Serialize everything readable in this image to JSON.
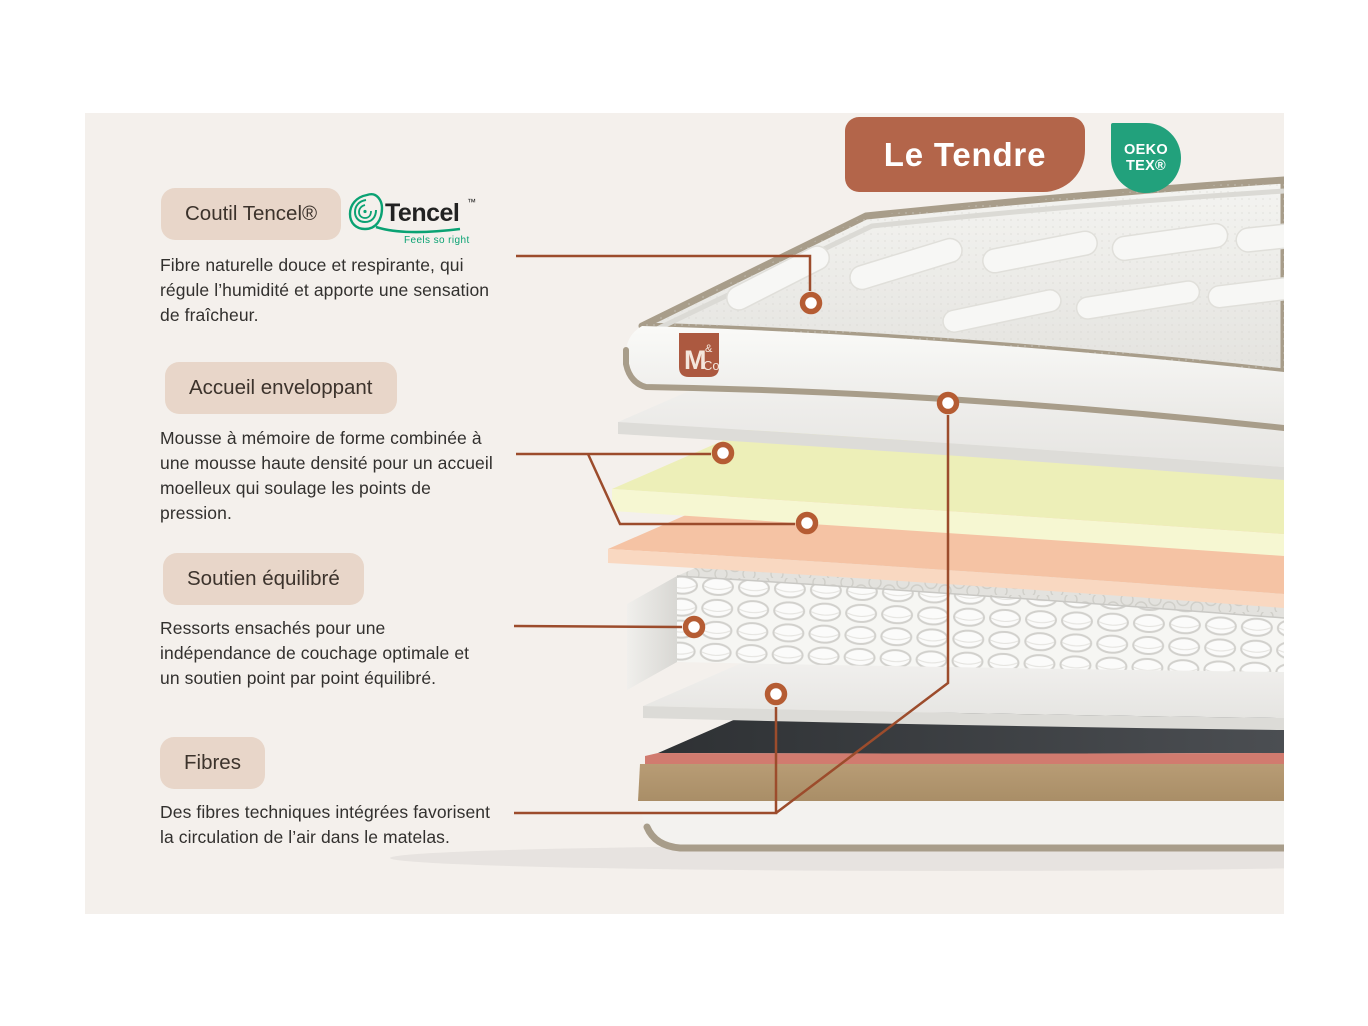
{
  "title_badge": {
    "label": "Le Tendre"
  },
  "certification_badge": {
    "line1": "OEKO",
    "line2": "TEX®"
  },
  "tencel_logo": {
    "wordmark": "Tencel",
    "trademark": "™",
    "tagline": "Feels so right"
  },
  "brand_tag": {
    "letter": "M",
    "ampersand": "&",
    "suffix": "Co"
  },
  "sections": [
    {
      "title": "Coutil Tencel®",
      "description": "Fibre naturelle douce et respirante, qui\nrégule l’humidité et apporte une sensation\nde fraîcheur."
    },
    {
      "title": "Accueil enveloppant",
      "description": "Mousse à mémoire de forme combinée à\nune mousse haute densité pour un accueil\nmoelleux qui soulage les points de\npression."
    },
    {
      "title": "Soutien équilibré",
      "description": "Ressorts ensachés pour une\nindépendance de couchage optimale et\nun soutien point par point équilibré."
    },
    {
      "title": "Fibres",
      "description": "Des fibres techniques intégrées favorisent\nla circulation de l’air dans le matelas."
    }
  ],
  "colors": {
    "card_background": "#f4f0ec",
    "accent_terracotta": "#b3654a",
    "connector_line": "#9c4c2c",
    "marker_ring": "#b55c33",
    "chip_beige": "#e8d6c9",
    "tencel_green": "#0aa273",
    "oeko_green": "#22a17c",
    "layer_yellow": "#edefb8",
    "layer_orange": "#f5c3a4",
    "base_tan": "#b2966f",
    "base_pink": "#d17b6f",
    "piping_tan": "#a89d8a"
  }
}
